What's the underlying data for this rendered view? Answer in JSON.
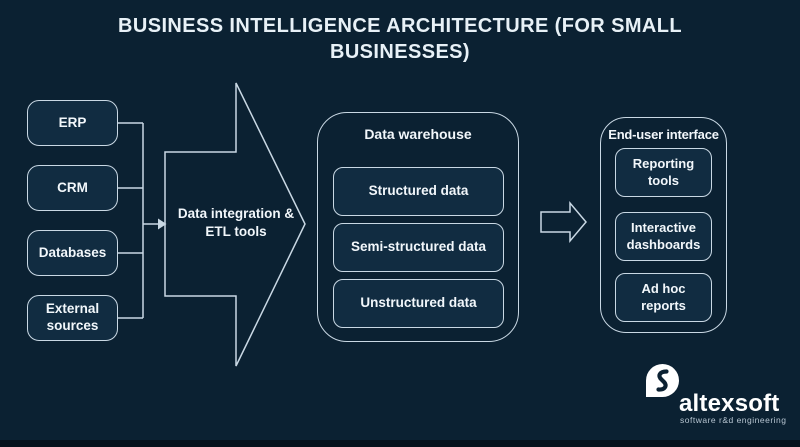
{
  "title": "BUSINESS INTELLIGENCE ARCHITECTURE (FOR SMALL BUSINESSES)",
  "sources": {
    "items": [
      {
        "label": "ERP"
      },
      {
        "label": "CRM"
      },
      {
        "label": "Databases"
      },
      {
        "label": "External sources"
      }
    ]
  },
  "integration": {
    "label": "Data integration & ETL tools"
  },
  "warehouse": {
    "title": "Data warehouse",
    "items": [
      "Structured data",
      "Semi-structured data",
      "Unstructured data"
    ]
  },
  "enduser": {
    "title": "End-user interface",
    "items": [
      "Reporting tools",
      "Interactive dashboards",
      "Ad hoc reports"
    ]
  },
  "logo": {
    "name": "altexsoft",
    "tagline": "software r&d engineering"
  },
  "colors": {
    "background": "#0b2132",
    "node_fill": "#112c41",
    "stroke": "#c9d8e4",
    "title_text": "#e8f1f7",
    "node_text": "#f2f7fb",
    "tagline_text": "#b7c5d1"
  }
}
